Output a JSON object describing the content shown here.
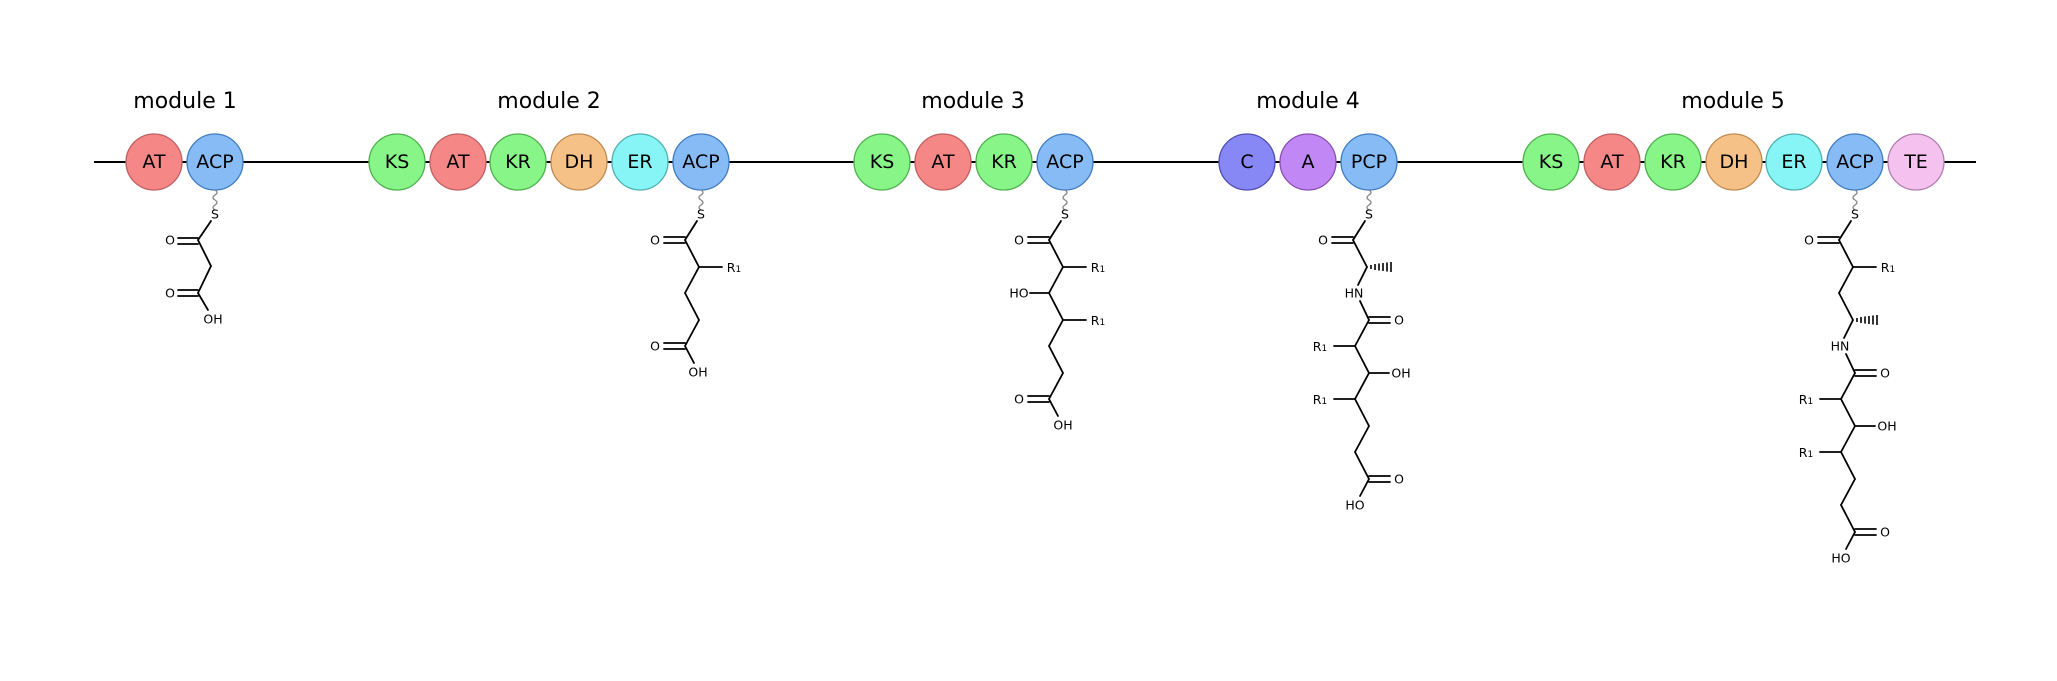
{
  "diagram": {
    "modules": [
      {
        "title": "module 1",
        "domains": [
          "AT",
          "ACP"
        ],
        "structure": {
          "atoms": [
            "S",
            "O",
            "O",
            "OH"
          ]
        }
      },
      {
        "title": "module 2",
        "domains": [
          "KS",
          "AT",
          "KR",
          "DH",
          "ER",
          "ACP"
        ],
        "structure": {
          "atoms": [
            "S",
            "O",
            "R1",
            "O",
            "OH"
          ]
        }
      },
      {
        "title": "module 3",
        "domains": [
          "KS",
          "AT",
          "KR",
          "ACP"
        ],
        "structure": {
          "atoms": [
            "S",
            "O",
            "R1",
            "HO",
            "R1",
            "O",
            "OH"
          ]
        }
      },
      {
        "title": "module 4",
        "domains": [
          "C",
          "A",
          "PCP"
        ],
        "structure": {
          "atoms": [
            "S",
            "O",
            "HN",
            "O",
            "R1",
            "OH",
            "R1",
            "O",
            "HO"
          ]
        }
      },
      {
        "title": "module 5",
        "domains": [
          "KS",
          "AT",
          "KR",
          "DH",
          "ER",
          "ACP",
          "TE"
        ],
        "structure": {
          "atoms": [
            "S",
            "O",
            "R1",
            "HN",
            "O",
            "R1",
            "OH",
            "R1",
            "O",
            "HO"
          ]
        }
      }
    ],
    "domain_colors": {
      "AT": "#f58787",
      "ACP": "#87bbf5",
      "KS": "#87f587",
      "KR": "#87f587",
      "DH": "#f5c187",
      "ER": "#87f5f5",
      "C": "#8787f5",
      "A": "#c187f5",
      "PCP": "#87bbf5",
      "TE": "#f5c1ef"
    },
    "domain_stroke_colors": {
      "AT": "#c06060",
      "ACP": "#3f7cc0",
      "KS": "#4fb04f",
      "KR": "#4fb04f",
      "DH": "#c08a50",
      "ER": "#4fb0b0",
      "C": "#4f4fb0",
      "A": "#8a4fb0",
      "PCP": "#3f7cc0",
      "TE": "#b07fb0"
    }
  }
}
